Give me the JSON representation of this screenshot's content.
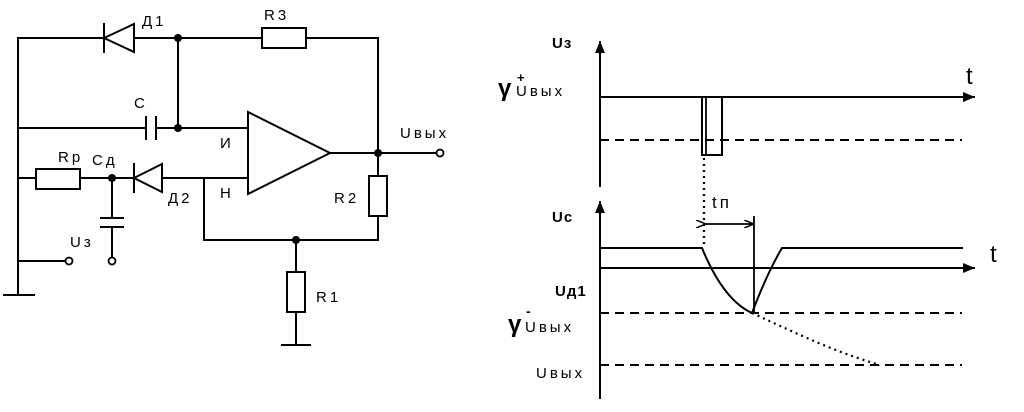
{
  "circuit": {
    "labels": {
      "d1": "Д1",
      "r3": "R3",
      "c": "C",
      "inverting": "И",
      "output": "Uвых",
      "rp": "Rр",
      "cd": "Cд",
      "d2": "Д2",
      "noninverting": "Н",
      "r2": "R2",
      "uz": "Uз",
      "r1": "R1"
    }
  },
  "timing": {
    "top": {
      "ylabel": "Uз",
      "level_label": "Uвых",
      "level_sign": "+",
      "gamma": "γ",
      "xlabel": "t"
    },
    "bottom": {
      "ylabel": "Uc",
      "xlabel": "t",
      "tp_label": "tп",
      "ud1_label": "Uд1",
      "neg_level_label": "Uвых",
      "neg_sign": "-",
      "gamma": "γ",
      "min_label": "Uвых"
    }
  }
}
